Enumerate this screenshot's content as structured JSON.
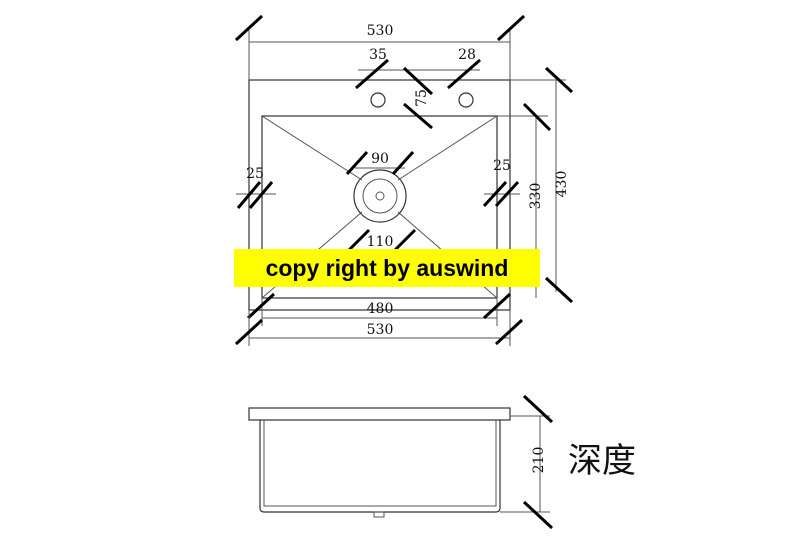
{
  "top_view": {
    "overall_width_top": "530",
    "tap_hole_left": "35",
    "tap_hole_right": "28",
    "tap_hole_offset": "75",
    "drain_diameter": "90",
    "side_margin_left": "25",
    "side_margin_right": "25",
    "bowl_depth_front_back": "330",
    "overall_depth": "430",
    "drain_outer": "110",
    "inner_width": "480",
    "overall_width_bottom": "530"
  },
  "watermark": "copy right by auswind",
  "side_view": {
    "depth_value": "210",
    "depth_label": "深度"
  },
  "colors": {
    "watermark_bg": "#ffff00",
    "line": "#555555",
    "tick": "#000000"
  }
}
